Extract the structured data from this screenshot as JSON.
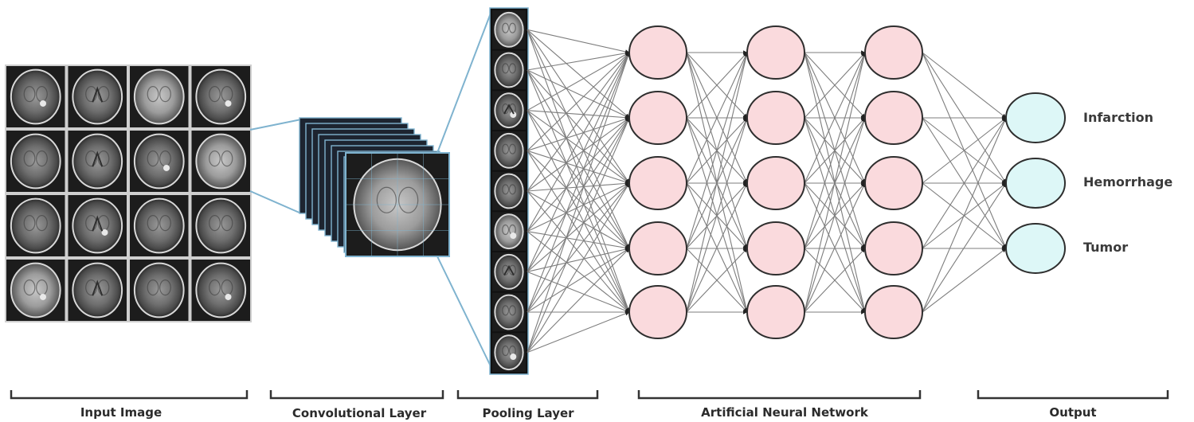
{
  "colors": {
    "hidden_fill": "#fadadd",
    "output_fill": "#ddf7f7",
    "node_stroke": "#2e2e2e",
    "edge": "#7d7d7d",
    "bracket": "#333333",
    "fan_line": "#7fb3cf",
    "scan_bg": "#1c1c1c"
  },
  "input_image": {
    "rows": 4,
    "cols": 4
  },
  "conv_layer": {
    "stack_count": 8
  },
  "pooling_layer": {
    "tile_count": 9
  },
  "network": {
    "hidden_layer_sizes": [
      5,
      5,
      5
    ],
    "output_size": 3
  },
  "outputs": {
    "labels": [
      "Infarction",
      "Hemorrhage",
      "Tumor"
    ]
  },
  "sections": [
    {
      "key": "input",
      "label": "Input Image"
    },
    {
      "key": "conv",
      "label": "Convolutional Layer"
    },
    {
      "key": "pool",
      "label": "Pooling Layer"
    },
    {
      "key": "ann",
      "label": "Artificial Neural Network"
    },
    {
      "key": "output",
      "label": "Output"
    }
  ]
}
